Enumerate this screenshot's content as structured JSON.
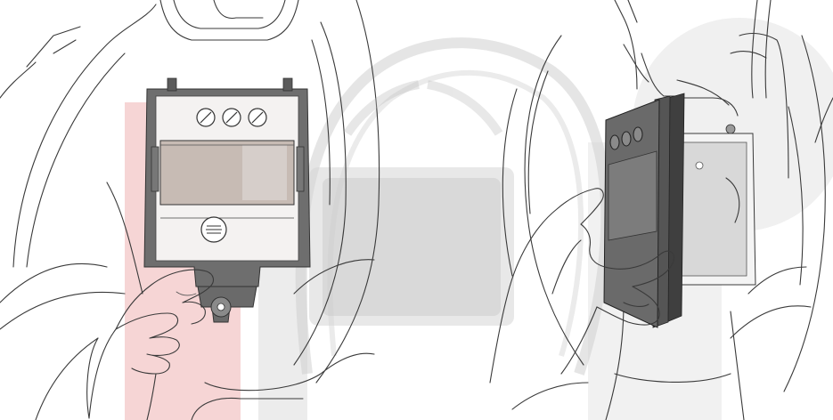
{
  "figure": {
    "panels": [
      {
        "id": "left",
        "subject": "cartridge-in-holder-with-pull-tab"
      },
      {
        "id": "right",
        "subject": "cartridge-being-lifted-out"
      }
    ]
  },
  "colors": {
    "line": "#3a3a3a",
    "cartridge_frame": "#6e6e6e",
    "cartridge_dark": "#4a4a4a",
    "lens_tint": "#c9bdb6",
    "watermark_red": "#e9a0a0",
    "watermark_gray": "#d9d9d9"
  }
}
